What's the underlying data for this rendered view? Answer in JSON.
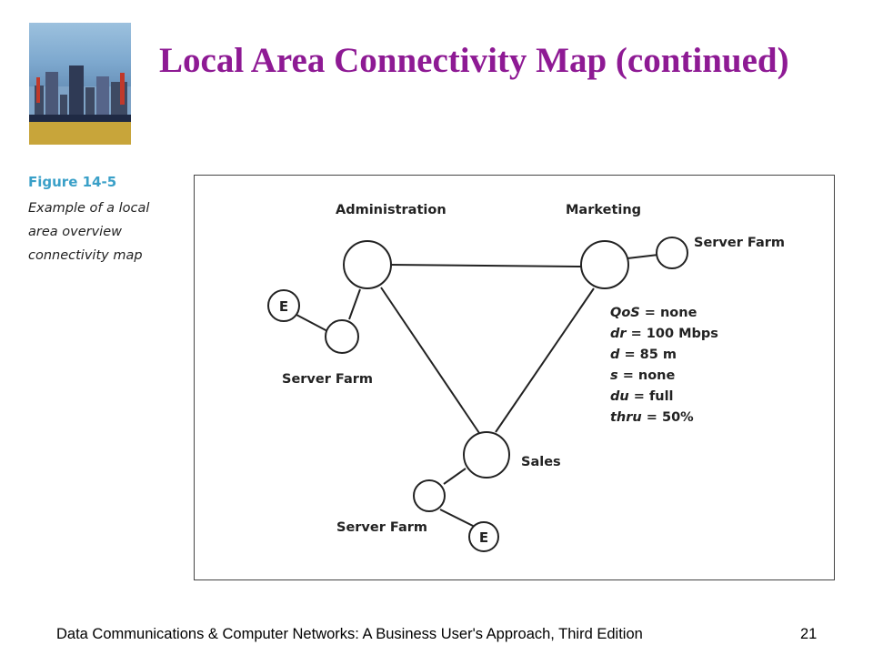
{
  "slide": {
    "title": "Local Area Connectivity Map (continued)",
    "footer": "Data Communications & Computer Networks: A Business User's Approach, Third Edition",
    "page_number": "21"
  },
  "figure": {
    "number": "Figure 14-5",
    "caption_lines": [
      "Example of a local",
      "area overview",
      "connectivity map"
    ]
  },
  "diagram": {
    "labels": {
      "administration": "Administration",
      "marketing": "Marketing",
      "sales": "Sales",
      "server_farm_marketing": "Server Farm",
      "server_farm_admin": "Server Farm",
      "server_farm_sales": "Server Farm",
      "e_admin": "E",
      "e_sales": "E"
    },
    "parameters": [
      {
        "key": "QoS",
        "value": " = none"
      },
      {
        "key": "dr",
        "value": " = 100 Mbps"
      },
      {
        "key": "d",
        "value": " = 85 m"
      },
      {
        "key": "s",
        "value": " = none"
      },
      {
        "key": "du",
        "value": " = full"
      },
      {
        "key": "thru",
        "value": " = 50%"
      }
    ]
  }
}
